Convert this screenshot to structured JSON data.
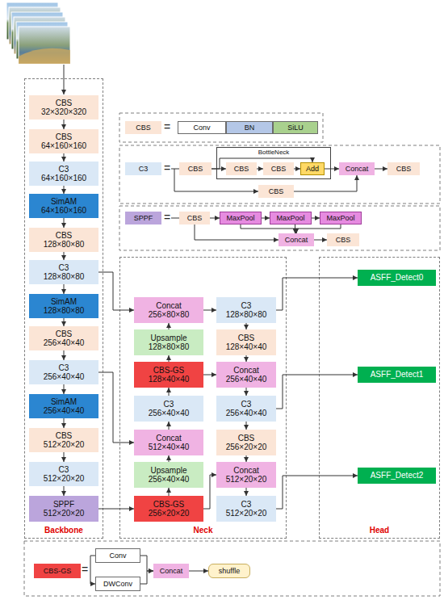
{
  "diagram": {
    "nodes": [
      {
        "text": [
          "Backbone"
        ]
      },
      {
        "text": [
          "CBS",
          "32×320×320"
        ],
        "in": 0
      },
      {
        "text": [
          "CBS",
          "64×160×160"
        ],
        "in": 0
      },
      {
        "text": [
          "C3",
          "64×160×160"
        ],
        "in": 0
      },
      {
        "text": [
          "SimAM",
          "64×160×160"
        ],
        "in": 0
      },
      {
        "text": [
          "CBS",
          "128×80×80"
        ],
        "in": 0
      },
      {
        "text": [
          "C3",
          "128×80×80"
        ],
        "in": 0
      },
      {
        "text": [
          "SimAM",
          "128×80×80"
        ],
        "in": 0
      },
      {
        "text": [
          "CBS",
          "256×40×40"
        ],
        "in": 0
      },
      {
        "text": [
          "C3",
          "256×40×40"
        ],
        "in": 0
      },
      {
        "text": [
          "SimAM",
          "256×40×40"
        ],
        "in": 0
      },
      {
        "text": [
          "CBS",
          "512×20×20"
        ],
        "in": 0
      },
      {
        "text": [
          "C3",
          "512×20×20"
        ],
        "in": 0
      },
      {
        "text": [
          "SPPF",
          "512×20×20"
        ],
        "in": 0
      },
      {
        "text": [
          "CBS"
        ]
      },
      {
        "text": [
          "Conv"
        ]
      },
      {
        "text": [
          "BN"
        ]
      },
      {
        "text": [
          "SiLU"
        ]
      },
      {
        "text": [
          "C3"
        ]
      },
      {
        "text": [
          "CBS"
        ]
      },
      {
        "text": [
          "BottleNeck"
        ]
      },
      {
        "text": [
          "CBS"
        ],
        "in": 20
      },
      {
        "text": [
          "CBS"
        ],
        "in": 20
      },
      {
        "text": [
          "Add"
        ],
        "in": 20
      },
      {
        "text": [
          "Concat"
        ]
      },
      {
        "text": [
          "CBS"
        ]
      },
      {
        "text": [
          "CBS"
        ]
      },
      {
        "text": [
          "SPPF"
        ]
      },
      {
        "text": [
          "CBS"
        ]
      },
      {
        "text": [
          "MaxPool"
        ]
      },
      {
        "text": [
          "MaxPool"
        ]
      },
      {
        "text": [
          "MaxPool"
        ]
      },
      {
        "text": [
          "Concat"
        ]
      },
      {
        "text": [
          "CBS"
        ]
      },
      {
        "text": [
          "Neck"
        ]
      },
      {
        "text": [
          "Concat",
          "256×80×80"
        ],
        "in": 34
      },
      {
        "text": [
          "C3",
          "128×80×80"
        ],
        "in": 34
      },
      {
        "text": [
          "Upsample",
          "128×80×80"
        ],
        "in": 34
      },
      {
        "text": [
          "CBS",
          "128×40×40"
        ],
        "in": 34
      },
      {
        "text": [
          "CBS-GS",
          "128×40×40"
        ],
        "in": 34
      },
      {
        "text": [
          "Concat",
          "256×40×40"
        ],
        "in": 34
      },
      {
        "text": [
          "C3",
          "256×40×40"
        ],
        "in": 34
      },
      {
        "text": [
          "C3",
          "256×40×40"
        ],
        "in": 34
      },
      {
        "text": [
          "Concat",
          "512×40×40"
        ],
        "in": 34
      },
      {
        "text": [
          "CBS",
          "256×20×20"
        ],
        "in": 34
      },
      {
        "text": [
          "Upsample",
          "256×40×40"
        ],
        "in": 34
      },
      {
        "text": [
          "Concat",
          "512×20×20"
        ],
        "in": 34
      },
      {
        "text": [
          "CBS-GS",
          "256×20×20"
        ],
        "in": 34
      },
      {
        "text": [
          "C3",
          "512×20×20"
        ],
        "in": 34
      },
      {
        "text": [
          "Head"
        ]
      },
      {
        "text": [
          "ASFF_Detect0"
        ],
        "in": 49
      },
      {
        "text": [
          "ASFF_Detect1"
        ],
        "in": 49
      },
      {
        "text": [
          "ASFF_Detect2"
        ],
        "in": 49
      },
      {
        "text": [
          "CBS-GS"
        ]
      },
      {
        "text": [
          "Conv"
        ]
      },
      {
        "text": [
          "DWConv"
        ]
      },
      {
        "text": [
          "Concat"
        ]
      },
      {
        "text": [
          "shuffle"
        ]
      }
    ],
    "edges": [
      {
        "from": 1,
        "to": 2,
        "arrow": "to"
      },
      {
        "from": 2,
        "to": 3,
        "arrow": "to"
      },
      {
        "from": 3,
        "to": 4,
        "arrow": "to"
      },
      {
        "from": 4,
        "to": 5,
        "arrow": "to"
      },
      {
        "from": 5,
        "to": 6,
        "arrow": "to"
      },
      {
        "from": 6,
        "to": 7,
        "arrow": "to"
      },
      {
        "from": 7,
        "to": 8,
        "arrow": "to"
      },
      {
        "from": 8,
        "to": 9,
        "arrow": "to"
      },
      {
        "from": 9,
        "to": 10,
        "arrow": "to"
      },
      {
        "from": 10,
        "to": 11,
        "arrow": "to"
      },
      {
        "from": 11,
        "to": 12,
        "arrow": "to"
      },
      {
        "from": 12,
        "to": 13,
        "arrow": "to"
      },
      {
        "from": 6,
        "to": 35,
        "arrow": "to"
      },
      {
        "from": 9,
        "to": 43,
        "arrow": "to"
      },
      {
        "from": 13,
        "to": 47,
        "arrow": "to"
      },
      {
        "from": 47,
        "to": 45,
        "arrow": "to"
      },
      {
        "from": 45,
        "to": 43,
        "arrow": "to"
      },
      {
        "from": 43,
        "to": 41,
        "arrow": "to"
      },
      {
        "from": 41,
        "to": 39,
        "arrow": "to"
      },
      {
        "from": 39,
        "to": 37,
        "arrow": "to"
      },
      {
        "from": 37,
        "to": 35,
        "arrow": "to"
      },
      {
        "from": 35,
        "to": 36,
        "arrow": "to"
      },
      {
        "from": 36,
        "to": 38,
        "arrow": "to"
      },
      {
        "from": 38,
        "to": 40,
        "arrow": "to"
      },
      {
        "from": 40,
        "to": 42,
        "arrow": "to"
      },
      {
        "from": 42,
        "to": 44,
        "arrow": "to"
      },
      {
        "from": 44,
        "to": 46,
        "arrow": "to"
      },
      {
        "from": 46,
        "to": 48,
        "arrow": "to"
      },
      {
        "from": 39,
        "to": 40,
        "arrow": "to"
      },
      {
        "from": 47,
        "to": 46,
        "arrow": "to"
      },
      {
        "from": 36,
        "to": 50,
        "arrow": "to"
      },
      {
        "from": 42,
        "to": 51,
        "arrow": "to"
      },
      {
        "from": 48,
        "to": 52,
        "arrow": "to"
      },
      {
        "from": 19,
        "to": 21,
        "arrow": "to"
      },
      {
        "from": 21,
        "to": 22,
        "arrow": "to"
      },
      {
        "from": 22,
        "to": 23,
        "arrow": "to"
      },
      {
        "from": 23,
        "to": 24,
        "arrow": "to"
      },
      {
        "from": 24,
        "to": 25,
        "arrow": "to"
      },
      {
        "from": 19,
        "to": 23,
        "arrow": "to"
      },
      {
        "from": 26,
        "to": 24,
        "arrow": "to"
      },
      {
        "from": 28,
        "to": 29,
        "arrow": "to"
      },
      {
        "from": 29,
        "to": 30,
        "arrow": "to"
      },
      {
        "from": 30,
        "to": 31,
        "arrow": "to"
      },
      {
        "from": 28,
        "to": 32,
        "arrow": "to"
      },
      {
        "from": 29,
        "to": 32,
        "arrow": "to"
      },
      {
        "from": 30,
        "to": 32,
        "arrow": "to"
      },
      {
        "from": 31,
        "to": 32,
        "arrow": "to"
      },
      {
        "from": 32,
        "to": 33,
        "arrow": "to"
      },
      {
        "from": 54,
        "to": 55,
        "arrow": "to"
      },
      {
        "from": 54,
        "to": 56,
        "arrow": "to"
      },
      {
        "from": 55,
        "to": 56,
        "arrow": "to"
      },
      {
        "from": 56,
        "to": 57,
        "arrow": "to"
      }
    ],
    "labels": [
      "=",
      "=",
      "=",
      "="
    ]
  }
}
